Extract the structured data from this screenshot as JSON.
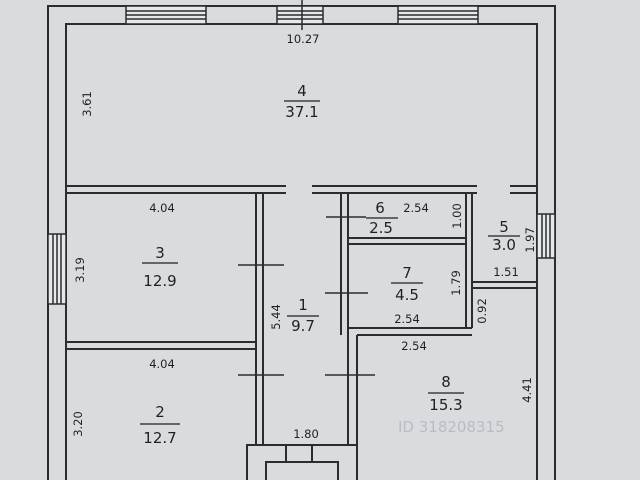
{
  "plan": {
    "rooms": [
      {
        "number": "4",
        "area": "37.1"
      },
      {
        "number": "3",
        "area": "12.9"
      },
      {
        "number": "2",
        "area": "12.7"
      },
      {
        "number": "1",
        "area": "9.7"
      },
      {
        "number": "6",
        "area": "2.5"
      },
      {
        "number": "5",
        "area": "3.0"
      },
      {
        "number": "7",
        "area": "4.5"
      },
      {
        "number": "8",
        "area": "15.3"
      }
    ],
    "dims": {
      "top_width": "10.27",
      "room4_height": "3.61",
      "room3_width": "4.04",
      "room3_height": "3.19",
      "room2_width": "4.04",
      "room2_height": "3.20",
      "room6_width": "2.54",
      "room6_height": "1.00",
      "room5_height": "1.97",
      "room5_width": "1.51",
      "room7_height": "1.79",
      "room7_width": "2.54",
      "gap_height": "0.92",
      "room8_width": "2.54",
      "room8_height": "4.41",
      "room1_height": "5.44",
      "room1_width": "1.80"
    },
    "watermark": "ID 318208315"
  }
}
